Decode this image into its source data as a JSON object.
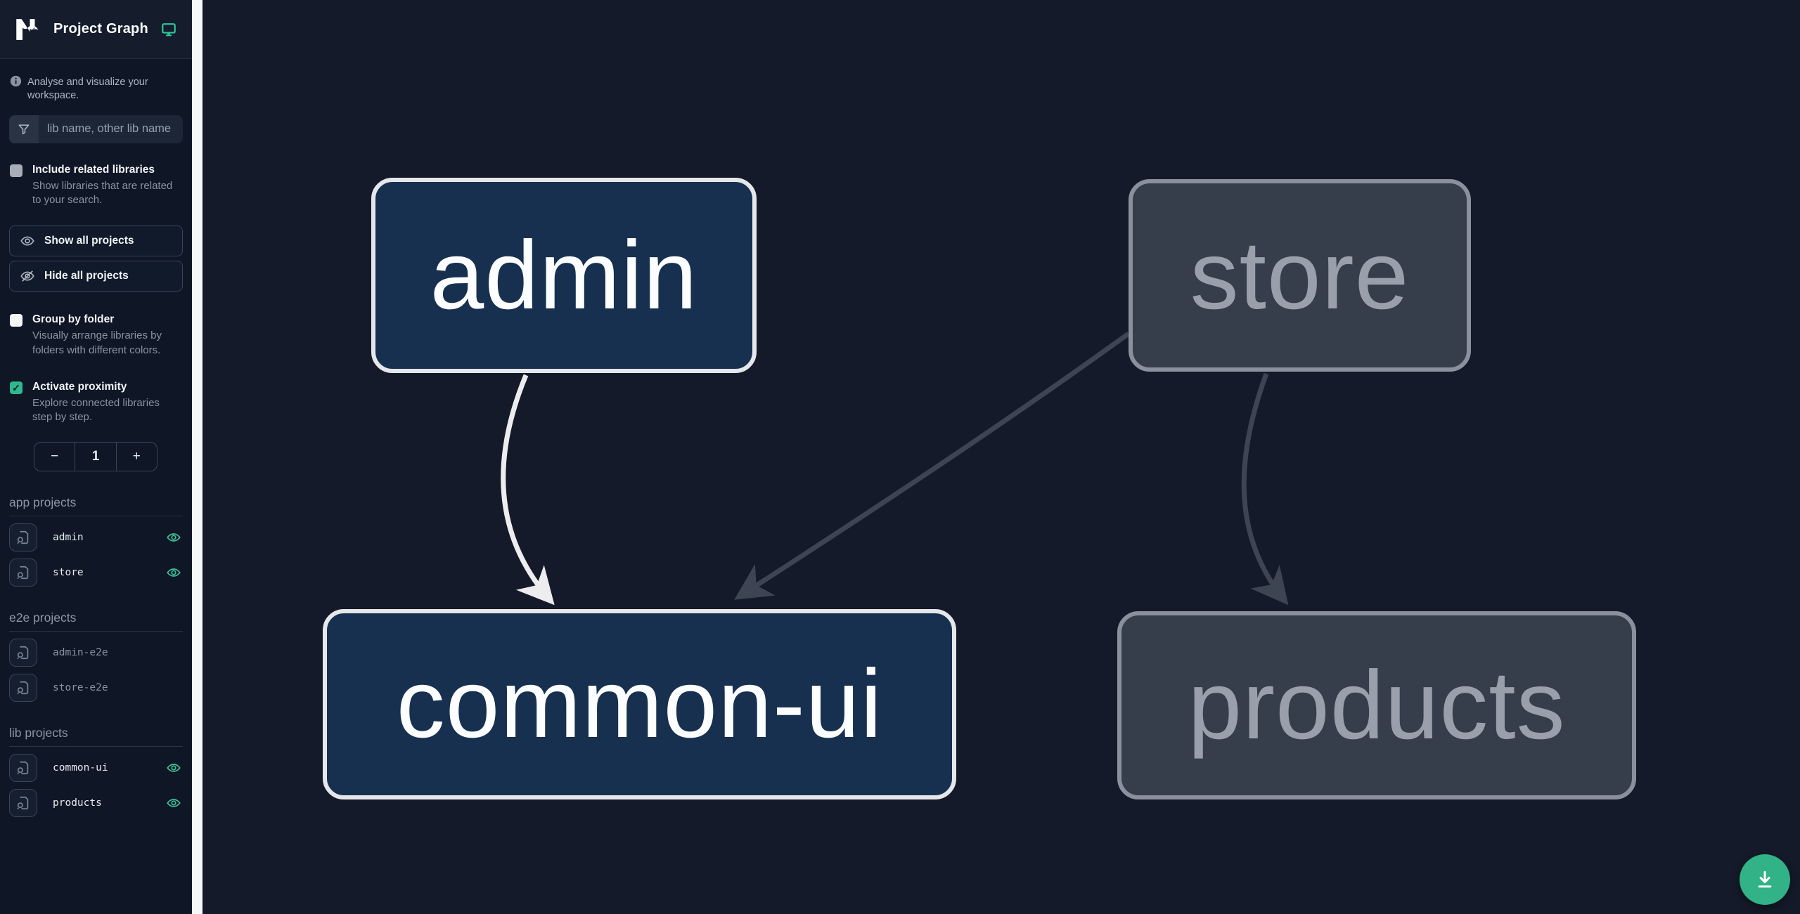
{
  "app": {
    "title": "Project Graph",
    "tagline": "Analyse and visualize your workspace."
  },
  "sidebar": {
    "filter": {
      "placeholder": "lib name, other lib name",
      "value": ""
    },
    "checkboxes": [
      {
        "label": "Include related libraries",
        "description": "Show libraries that are related to your search.",
        "checked": false
      },
      {
        "label": "Group by folder",
        "description": "Visually arrange libraries by folders with different colors.",
        "checked": false
      },
      {
        "label": "Activate proximity",
        "description": "Explore connected libraries step by step.",
        "checked": true
      }
    ],
    "buttons": {
      "show_all": "Show all projects",
      "hide_all": "Hide all projects"
    },
    "stepper": {
      "decrement": "−",
      "value": "1",
      "increment": "+"
    },
    "sections": [
      {
        "label": "app projects",
        "items": [
          {
            "name": "admin",
            "visible": true
          },
          {
            "name": "store",
            "visible": true
          }
        ]
      },
      {
        "label": "e2e projects",
        "items": [
          {
            "name": "admin-e2e",
            "visible": false
          },
          {
            "name": "store-e2e",
            "visible": false
          }
        ]
      },
      {
        "label": "lib projects",
        "items": [
          {
            "name": "common-ui",
            "visible": true
          },
          {
            "name": "products",
            "visible": true
          }
        ]
      }
    ]
  },
  "graph": {
    "nodes": [
      {
        "id": "admin",
        "label": "admin",
        "state": "focused"
      },
      {
        "id": "store",
        "label": "store",
        "state": "dimmed"
      },
      {
        "id": "common-ui",
        "label": "common-ui",
        "state": "focused"
      },
      {
        "id": "products",
        "label": "products",
        "state": "dimmed"
      }
    ],
    "edges": [
      {
        "source": "admin",
        "target": "common-ui",
        "state": "focused"
      },
      {
        "source": "store",
        "target": "common-ui",
        "state": "dimmed"
      },
      {
        "source": "store",
        "target": "products",
        "state": "dimmed"
      }
    ]
  },
  "colors": {
    "accent": "#2fb98c",
    "node_focused_bg": "#17304f",
    "node_focused_border": "#e5e7eb",
    "node_dimmed_bg": "#373e4b",
    "node_dimmed_border": "#8b919c",
    "edge_focused": "#ededef",
    "edge_dimmed": "#3d4452",
    "sidebar_bg": "#0f1625",
    "canvas_bg": "#141a29"
  }
}
